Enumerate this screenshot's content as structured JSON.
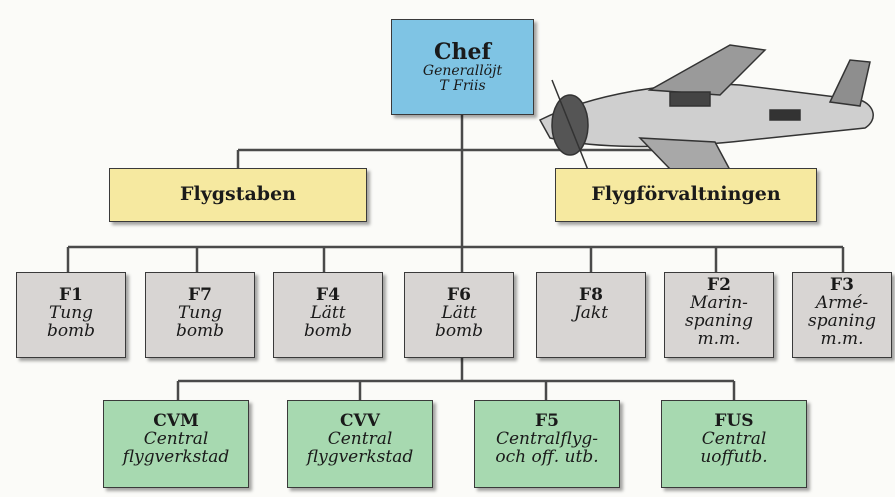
{
  "colors": {
    "chief": "#7fc4e4",
    "staff": "#f6e9a0",
    "wing": "#d8d5d3",
    "central": "#a7d9b0"
  },
  "decoration": {
    "image": "propeller aircraft illustration"
  },
  "chief": {
    "title": "Chef",
    "sub": [
      "Generallöjt",
      "T Friis"
    ]
  },
  "staff": [
    {
      "title": "Flygstaben"
    },
    {
      "title": "Flygförvaltningen"
    }
  ],
  "wings": [
    {
      "title": "F1",
      "sub": [
        "Tung",
        "bomb"
      ]
    },
    {
      "title": "F7",
      "sub": [
        "Tung",
        "bomb"
      ]
    },
    {
      "title": "F4",
      "sub": [
        "Lätt",
        "bomb"
      ]
    },
    {
      "title": "F6",
      "sub": [
        "Lätt",
        "bomb"
      ]
    },
    {
      "title": "F8",
      "sub": [
        "Jakt"
      ]
    },
    {
      "title": "F2",
      "sub": [
        "Marin-",
        "spaning",
        "m.m."
      ]
    },
    {
      "title": "F3",
      "sub": [
        "Armé-",
        "spaning",
        "m.m."
      ]
    }
  ],
  "central": [
    {
      "title": "CVM",
      "sub": [
        "Central",
        "flygverkstad"
      ]
    },
    {
      "title": "CVV",
      "sub": [
        "Central",
        "flygverkstad"
      ]
    },
    {
      "title": "F5",
      "sub": [
        "Centralflyg-",
        "och off. utb."
      ]
    },
    {
      "title": "FUS",
      "sub": [
        "Central",
        "uoffutb."
      ]
    }
  ]
}
